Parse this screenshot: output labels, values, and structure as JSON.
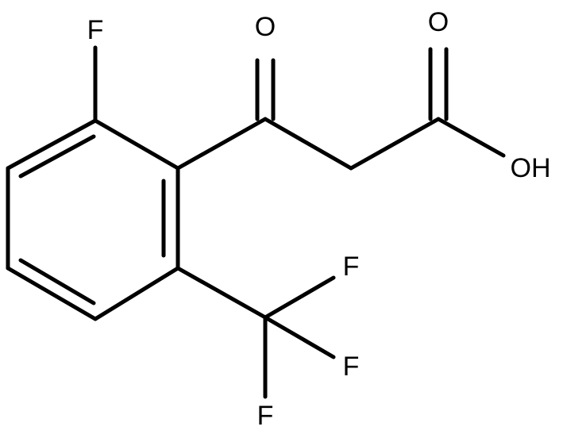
{
  "molecule": {
    "atoms": {
      "f_ortho": "F",
      "o_ketone": "O",
      "o_acid": "O",
      "oh_acid": "OH",
      "f_cf3_right_top": "F",
      "f_cf3_right_bottom": "F",
      "f_cf3_bottom": "F"
    },
    "colors": {
      "bond": "#000000",
      "label": "#000000",
      "background": "#ffffff"
    }
  }
}
